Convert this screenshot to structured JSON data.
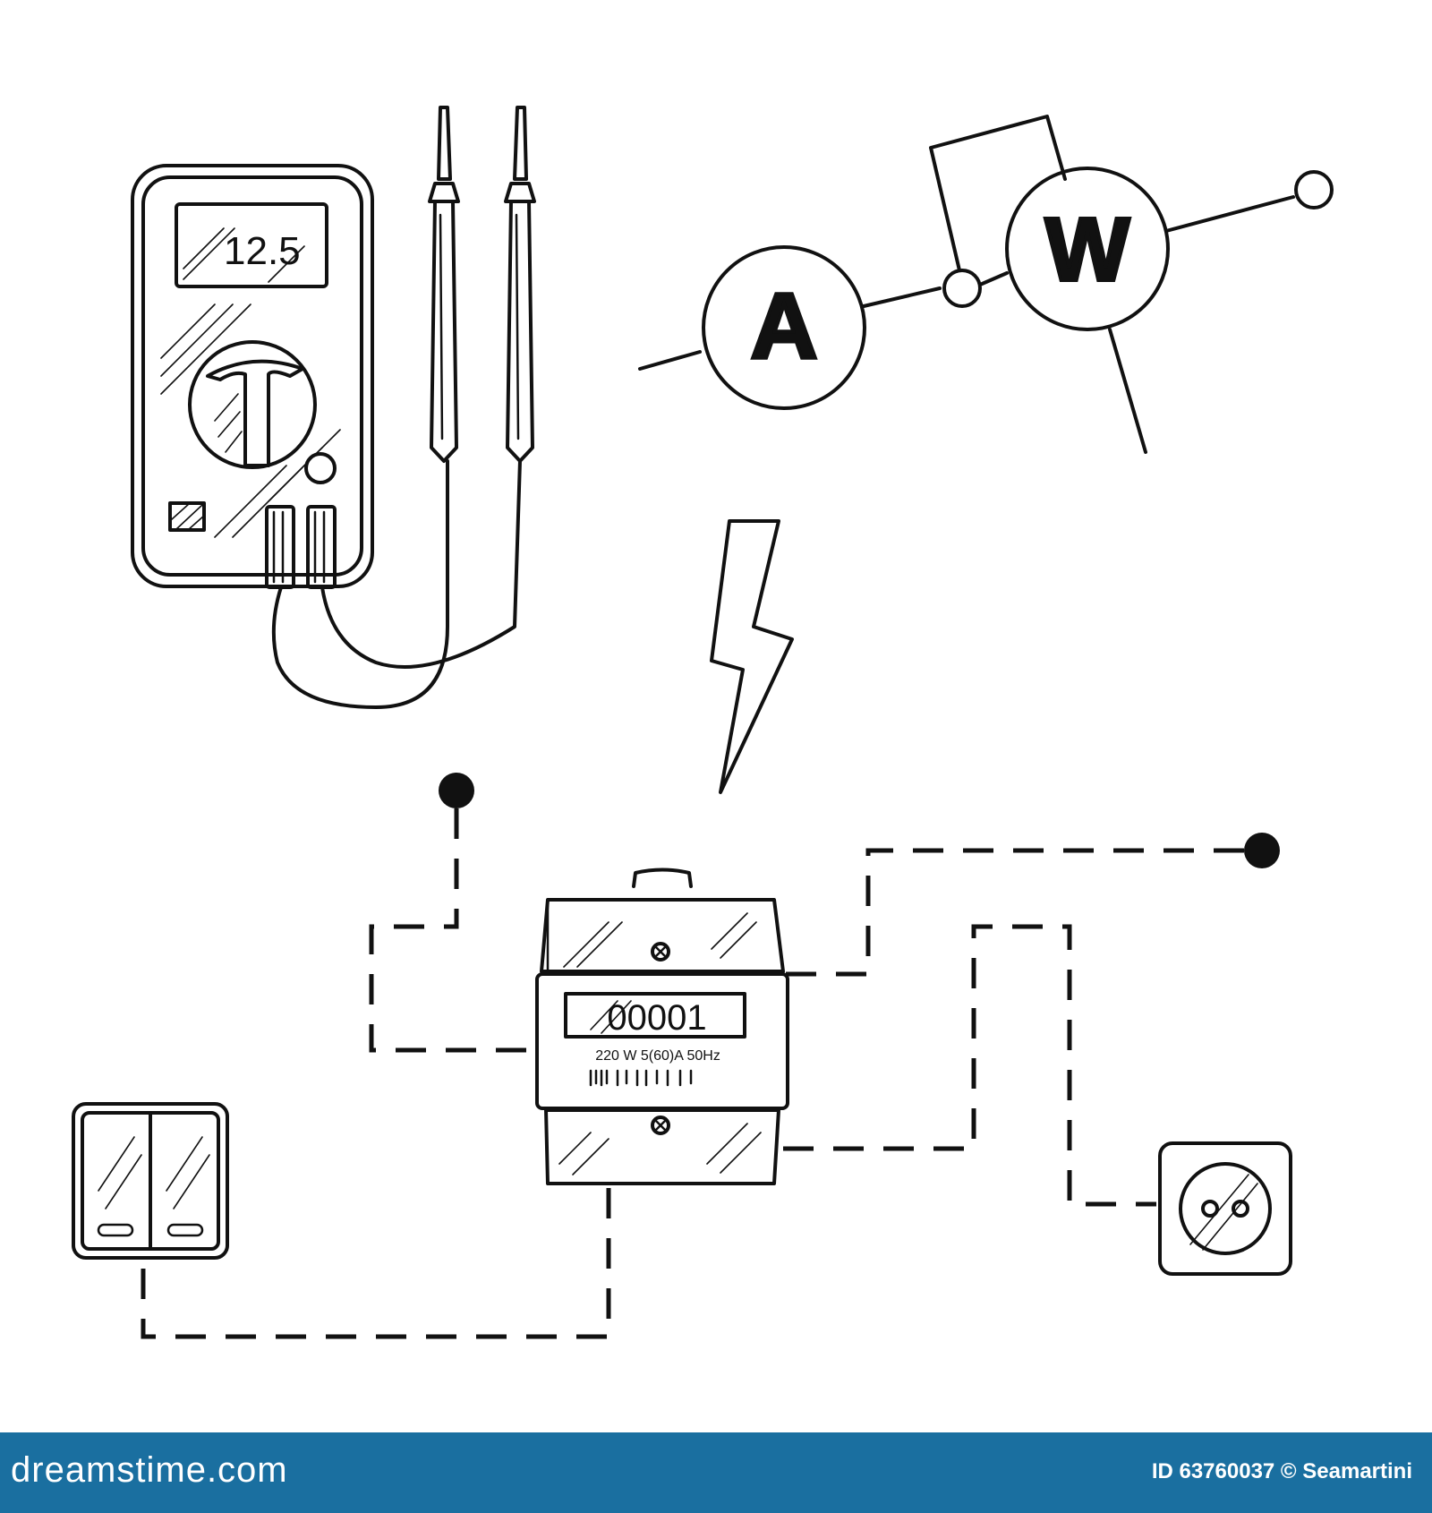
{
  "multimeter": {
    "display": "12.5"
  },
  "ammeter": {
    "symbol": "A"
  },
  "wattmeter": {
    "symbol": "W"
  },
  "electricity_meter": {
    "counter": "00001",
    "rating": "220 W 5(60)A 50Hz"
  },
  "footer": {
    "brand": "dreamstime.com",
    "credit": "ID 63760037 © Seamartini"
  }
}
